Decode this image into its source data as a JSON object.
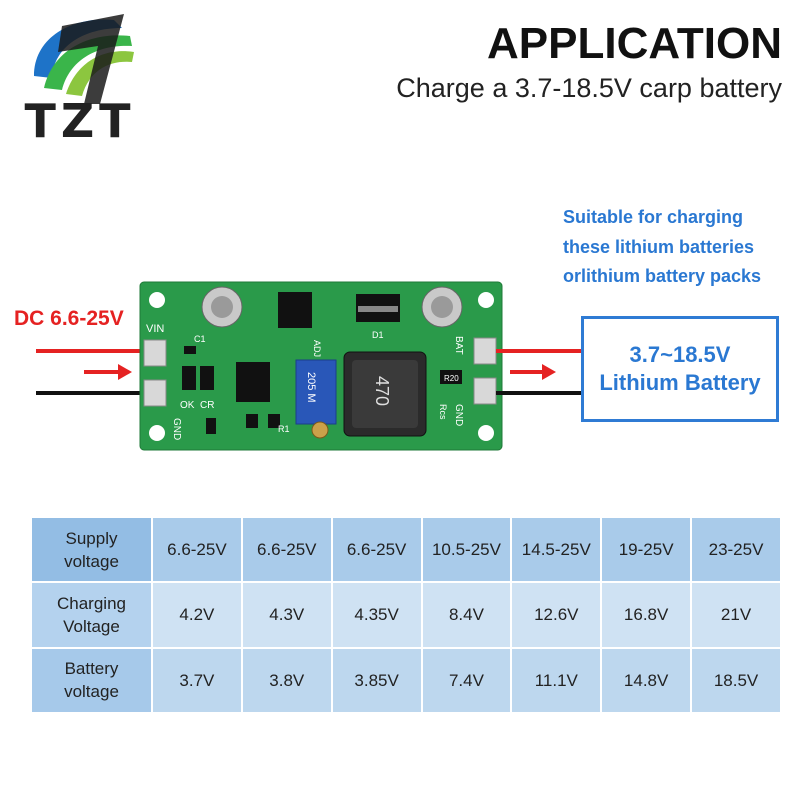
{
  "brand": {
    "name": "TZT"
  },
  "header": {
    "title": "APPLICATION",
    "subtitle": "Charge a 3.7-18.5V carp battery"
  },
  "note": {
    "lines": [
      "Suitable for charging",
      "these lithium batteries",
      "orlithium battery packs"
    ]
  },
  "input": {
    "label": "DC 6.6-25V"
  },
  "battery": {
    "line1": "3.7~18.5V",
    "line2": "Lithium Battery"
  },
  "board": {
    "labels": {
      "vin": "VIN",
      "gnd_in": "GND",
      "c1": "C1",
      "ok": "OK",
      "cr": "CR",
      "adj": "ADJ",
      "pot": "205 M",
      "inductor": "470",
      "d1": "D1",
      "bat": "BAT",
      "gnd_out": "GND",
      "rcs": "Rcs",
      "r1": "R1",
      "r20": "R20"
    }
  },
  "table": {
    "rows": [
      {
        "label": [
          "Supply",
          "voltage"
        ],
        "values": [
          "6.6-25V",
          "6.6-25V",
          "6.6-25V",
          "10.5-25V",
          "14.5-25V",
          "19-25V",
          "23-25V"
        ]
      },
      {
        "label": [
          "Charging",
          "Voltage"
        ],
        "values": [
          "4.2V",
          "4.3V",
          "4.35V",
          "8.4V",
          "12.6V",
          "16.8V",
          "21V"
        ]
      },
      {
        "label": [
          "Battery",
          "voltage"
        ],
        "values": [
          "3.7V",
          "3.8V",
          "3.85V",
          "7.4V",
          "11.1V",
          "14.8V",
          "18.5V"
        ]
      }
    ]
  },
  "colors": {
    "accent_blue": "#2a78d2",
    "accent_red": "#e52222",
    "board_green": "#2a9a4a",
    "table_header": "#93bde4",
    "table_cell": "#cfe2f3"
  }
}
